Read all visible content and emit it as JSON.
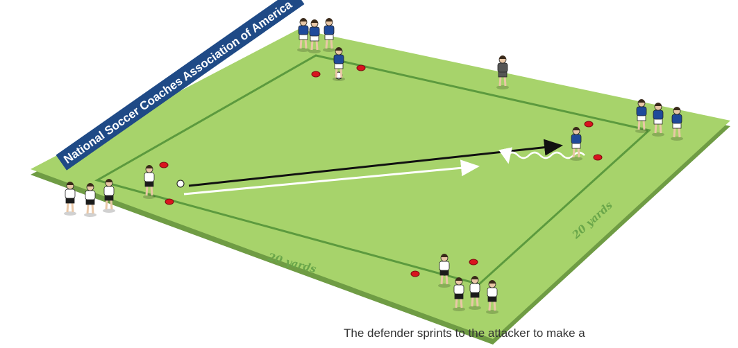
{
  "banner": {
    "text": "National Soccer Coaches Association of America"
  },
  "field": {
    "colors": {
      "grass": "#a7d36b",
      "grass_edge": "#6f9c44",
      "lines": "#5c9a3e",
      "label": "#6aa64a"
    }
  },
  "labels": {
    "bottom_side": "20 yards",
    "right_side": "20 yards"
  },
  "teams": {
    "blue": {
      "shirt": "#1f4a9a",
      "shorts": "#ffffff"
    },
    "white": {
      "shirt": "#ffffff",
      "shorts": "#1b1b1b"
    },
    "referee": {
      "shirt": "#555555",
      "shorts": "#555555"
    }
  },
  "markers": {
    "cone_color": "#d8141e",
    "ball_color": "#ffffff"
  },
  "arrows": {
    "pass": {
      "color": "#111111",
      "description": "pass"
    },
    "run": {
      "color": "#ffffff",
      "description": "run"
    },
    "dribble": {
      "color": "#ffffff",
      "description": "dribble"
    }
  },
  "caption": {
    "text": "The defender sprints to the attacker to make a"
  }
}
